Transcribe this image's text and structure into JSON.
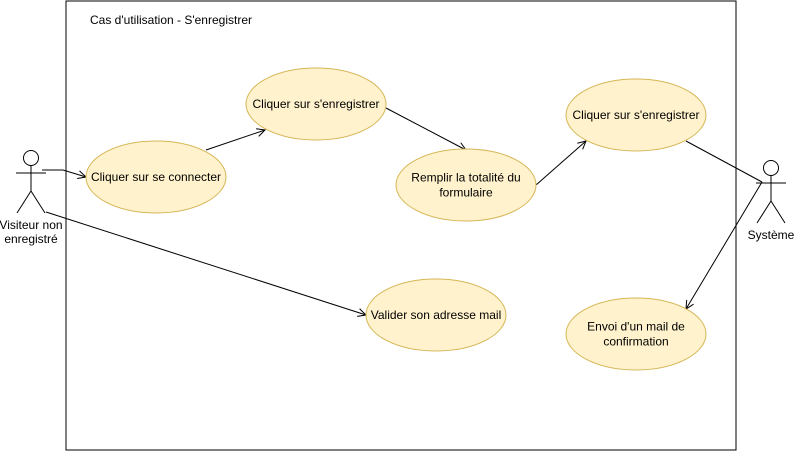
{
  "diagram": {
    "boundary_title": "Cas d'utilisation - S'enregistrer",
    "colors": {
      "usecase_fill": "#FFF2CC",
      "usecase_stroke": "#D6B656",
      "line": "#000000",
      "background": "#FFFFFF"
    },
    "actors": [
      {
        "id": "visitor",
        "label_lines": [
          "Visiteur non",
          "enregistré"
        ]
      },
      {
        "id": "system",
        "label_lines": [
          "Système"
        ]
      }
    ],
    "usecases": [
      {
        "id": "uc-connect",
        "label_lines": [
          "Cliquer sur se connecter"
        ]
      },
      {
        "id": "uc-register-1",
        "label_lines": [
          "Cliquer sur s'enregistrer"
        ]
      },
      {
        "id": "uc-fill-form",
        "label_lines": [
          "Remplir la totalité du",
          "formulaire"
        ]
      },
      {
        "id": "uc-register-2",
        "label_lines": [
          "Cliquer sur s'enregistrer"
        ]
      },
      {
        "id": "uc-validate-mail",
        "label_lines": [
          "Valider son adresse mail"
        ]
      },
      {
        "id": "uc-confirm-mail",
        "label_lines": [
          "Envoi d'un mail de",
          "confirmation"
        ]
      }
    ],
    "edges": [
      {
        "from": "visitor",
        "to": "uc-connect"
      },
      {
        "from": "uc-connect",
        "to": "uc-register-1"
      },
      {
        "from": "uc-register-1",
        "to": "uc-fill-form"
      },
      {
        "from": "uc-fill-form",
        "to": "uc-register-2"
      },
      {
        "from": "uc-register-2",
        "to": "system"
      },
      {
        "from": "visitor",
        "to": "uc-validate-mail"
      },
      {
        "from": "system",
        "to": "uc-confirm-mail"
      }
    ]
  }
}
